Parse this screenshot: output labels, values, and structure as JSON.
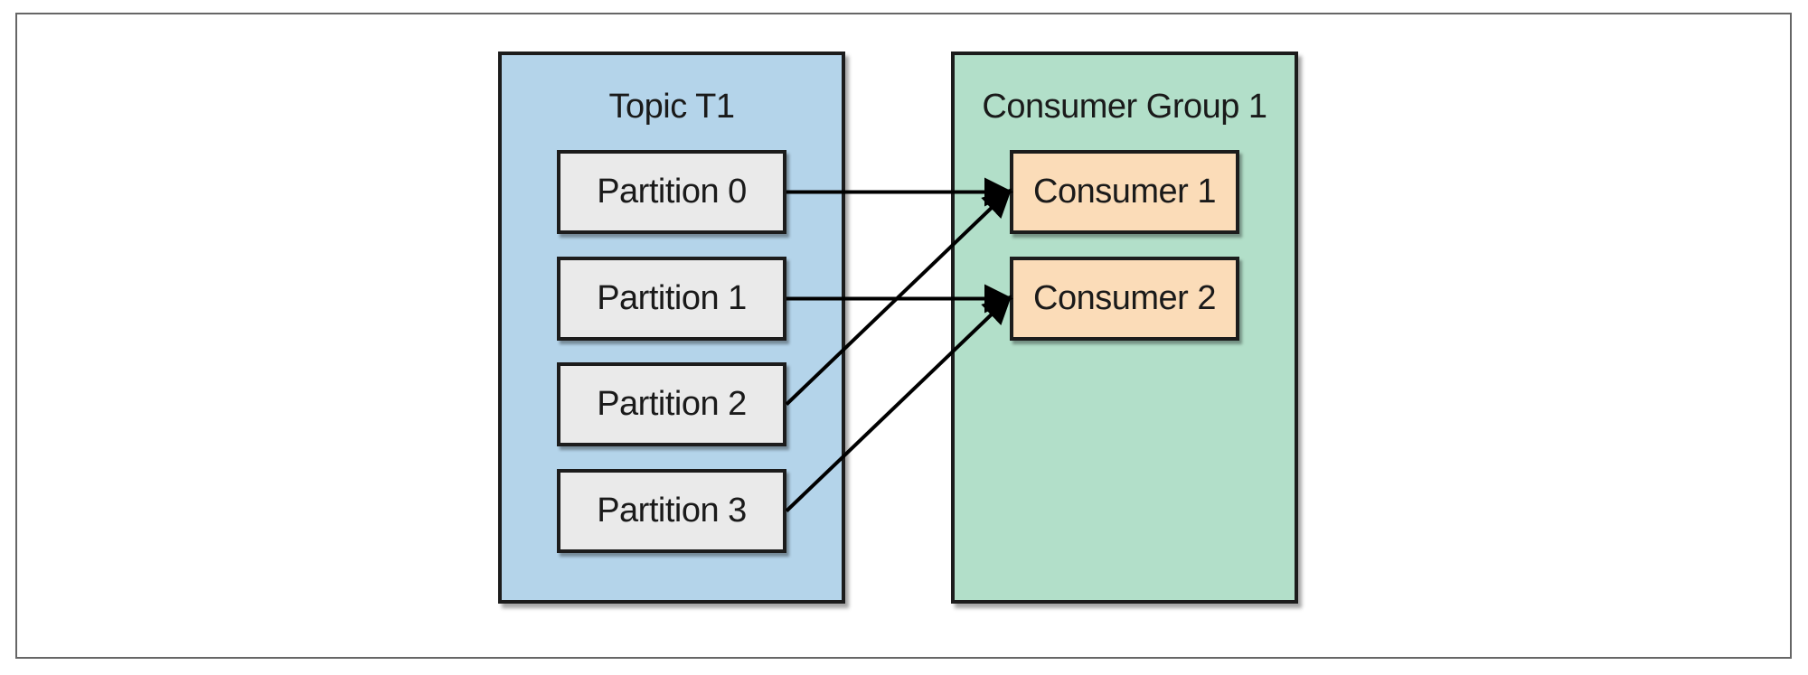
{
  "colors": {
    "topic_bg": "#b4d4ea",
    "group_bg": "#b2dfc9",
    "partition_bg": "#eaeaea",
    "consumer_bg": "#fbdcb8",
    "border": "#1c1c1c",
    "frame_border": "#666666"
  },
  "topic": {
    "title": "Topic T1",
    "partitions": [
      {
        "label": "Partition 0"
      },
      {
        "label": "Partition 1"
      },
      {
        "label": "Partition 2"
      },
      {
        "label": "Partition 3"
      }
    ]
  },
  "group": {
    "title": "Consumer Group 1",
    "consumers": [
      {
        "label": "Consumer 1"
      },
      {
        "label": "Consumer 2"
      }
    ]
  },
  "assignments": [
    {
      "partition": 0,
      "consumer": 0
    },
    {
      "partition": 1,
      "consumer": 1
    },
    {
      "partition": 2,
      "consumer": 0
    },
    {
      "partition": 3,
      "consumer": 1
    }
  ]
}
